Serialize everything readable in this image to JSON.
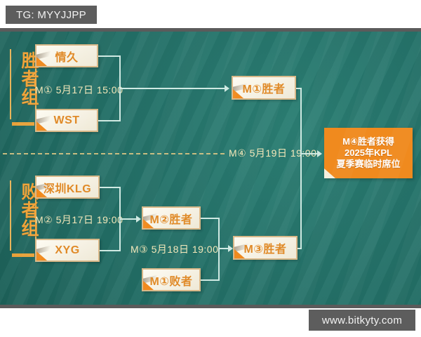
{
  "watermarks": {
    "top_left": "TG: MYYJJPP",
    "bottom_right": "www.bitkyty.com"
  },
  "groups": [
    {
      "id": "winners",
      "label": "胜者组"
    },
    {
      "id": "losers",
      "label": "败者组"
    }
  ],
  "nodes": {
    "team_qingjiu": "情久",
    "team_wst": "WST",
    "team_klg": "深圳KLG",
    "team_xyg": "XYG",
    "m1_winner": "M①胜者",
    "m2_winner": "M②胜者",
    "m3_winner": "M③胜者",
    "m1_loser": "M①败者"
  },
  "matches": [
    {
      "id": "m1",
      "caption": "M① 5月17日 15:00"
    },
    {
      "id": "m2",
      "caption": "M② 5月17日 19:00"
    },
    {
      "id": "m3",
      "caption": "M③ 5月18日 19:00"
    },
    {
      "id": "m4",
      "caption": "M④ 5月19日 19:00"
    }
  ],
  "prize": {
    "line1": "M④胜者获得",
    "line2": "2025年KPL",
    "line3": "夏季赛临时席位"
  },
  "colors": {
    "board_teal": "#247066",
    "accent_orange": "#f08a1e",
    "node_cream": "#f7f3e6",
    "connector": "#cfe9e2",
    "caption_gold": "#f3e7b8",
    "watermark_gray": "#5d5d5d"
  }
}
